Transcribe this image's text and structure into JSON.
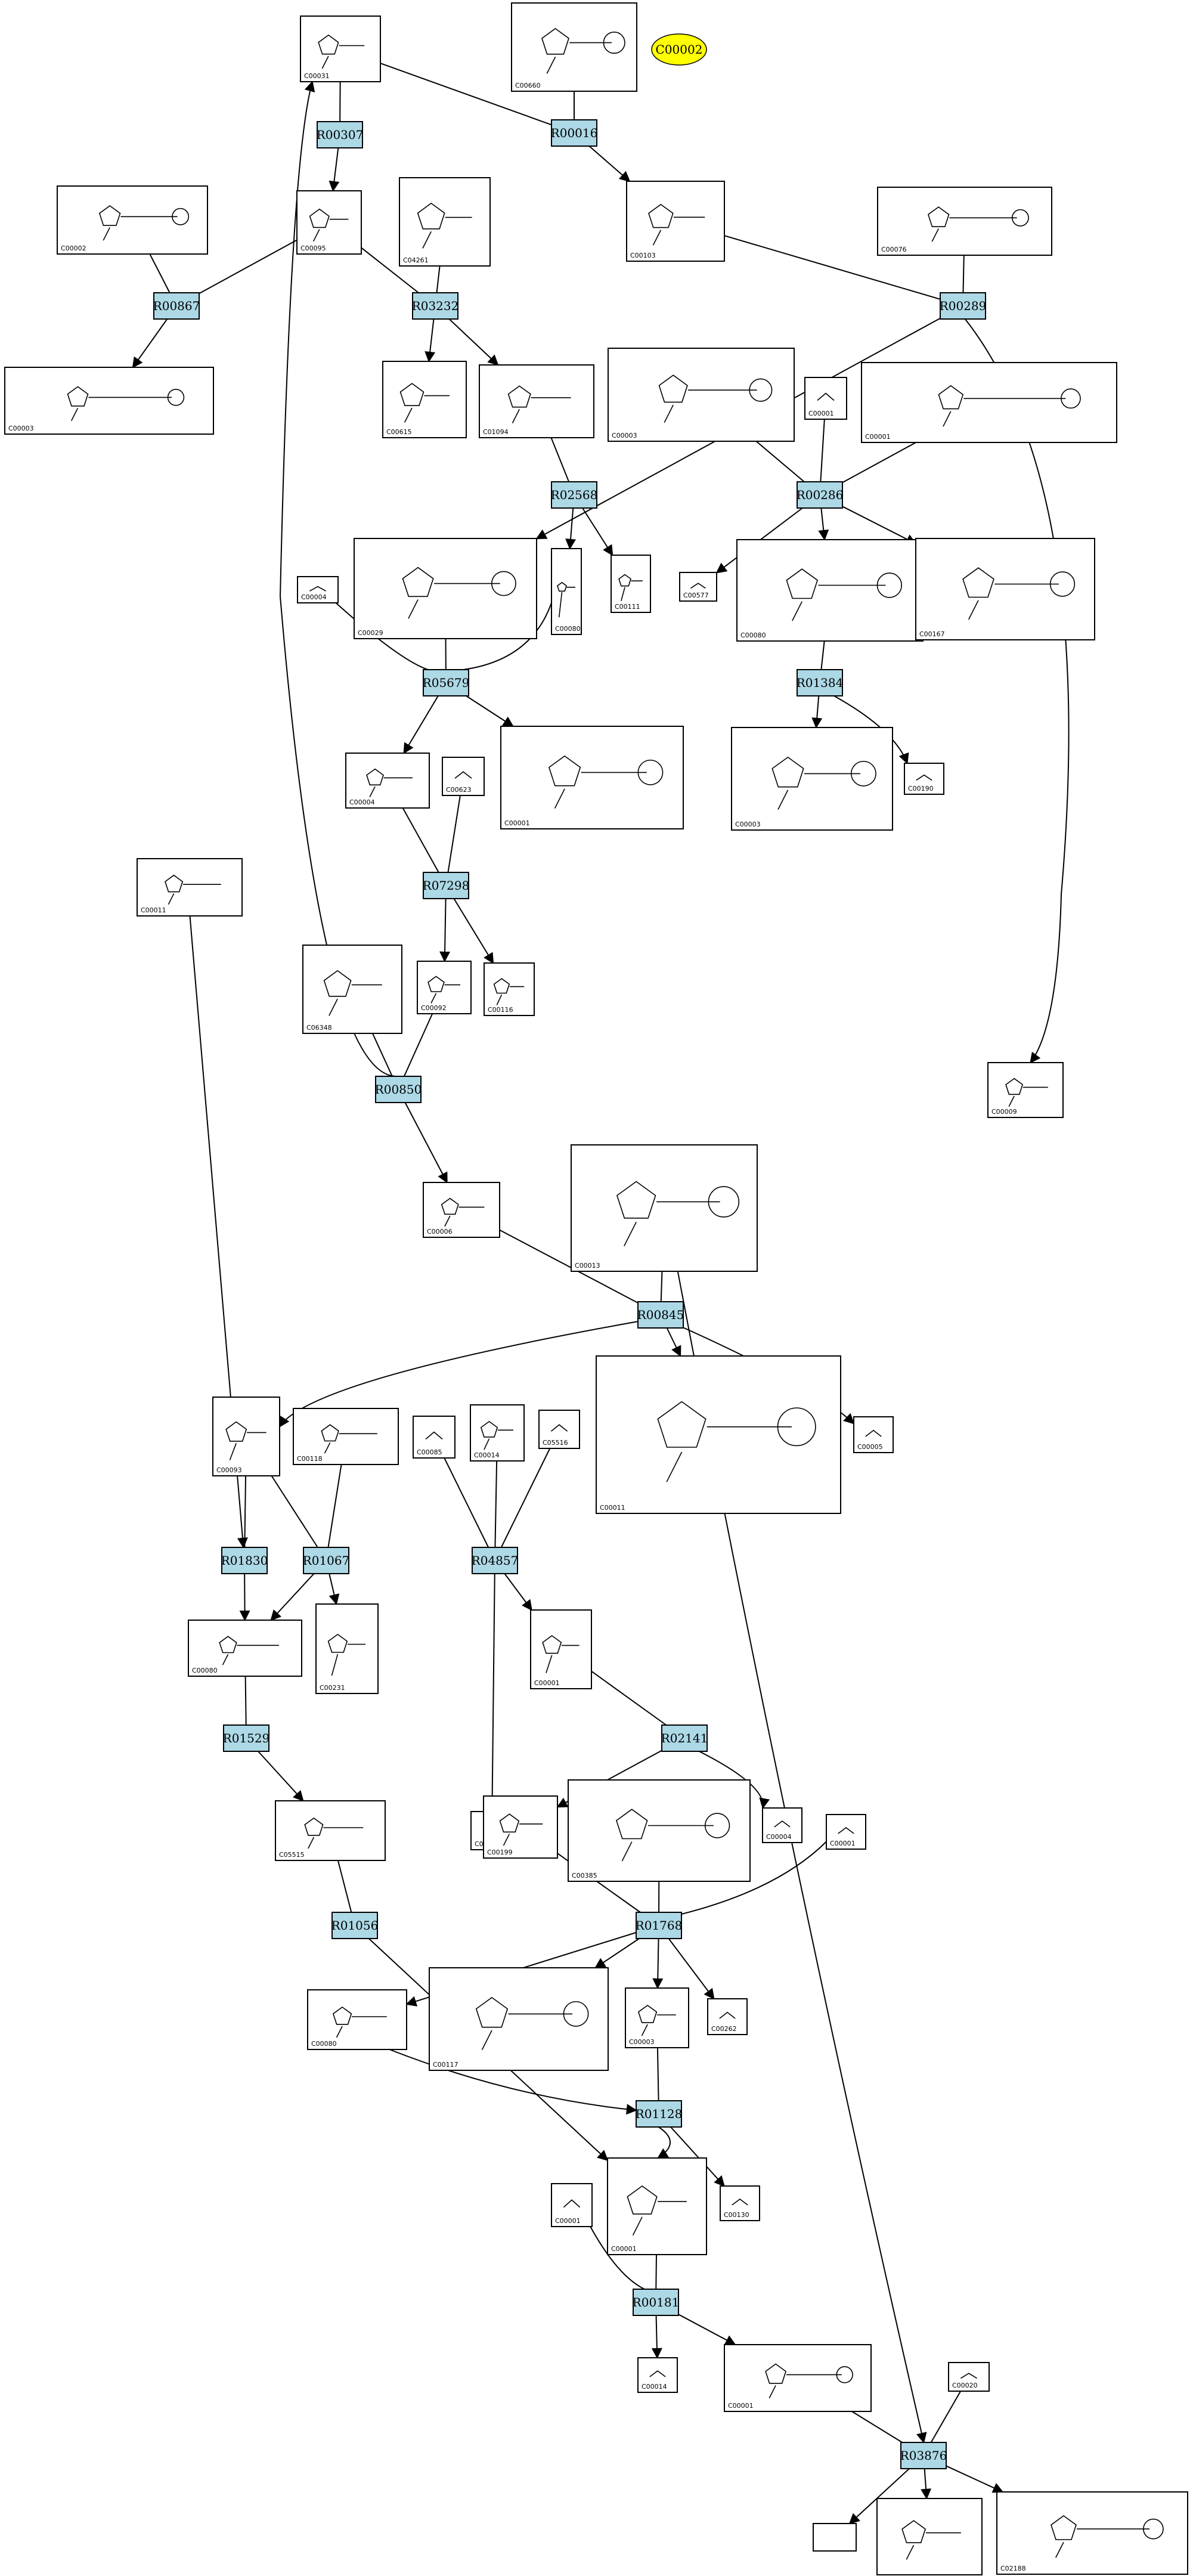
{
  "highlight": {
    "label": "C00002"
  },
  "reactions": [
    "R00307",
    "R00016",
    "R00867",
    "R03232",
    "R00289",
    "R02568",
    "R00286",
    "R05679",
    "R01384",
    "R07298",
    "R00850",
    "R00845",
    "R01830",
    "R01067",
    "R04857",
    "R01529",
    "R02141",
    "R01768",
    "R01056",
    "R01128",
    "R00181",
    "R03876"
  ],
  "compounds": [
    {
      "id": "c1",
      "label": "C00031"
    },
    {
      "id": "c2",
      "label": "C00660"
    },
    {
      "id": "c3",
      "label": "C00002"
    },
    {
      "id": "c4",
      "label": "C00095"
    },
    {
      "id": "c5",
      "label": "C04261"
    },
    {
      "id": "c6",
      "label": "C00103"
    },
    {
      "id": "c7",
      "label": "C00076"
    },
    {
      "id": "c8",
      "label": "C00003"
    },
    {
      "id": "c9",
      "label": "C00615"
    },
    {
      "id": "c10",
      "label": "C01094"
    },
    {
      "id": "c11",
      "label": "C00001"
    },
    {
      "id": "c12",
      "label": "C00003"
    },
    {
      "id": "c13",
      "label": "C00001"
    },
    {
      "id": "c14",
      "label": "C00029"
    },
    {
      "id": "c15",
      "label": "C00004"
    },
    {
      "id": "c16",
      "label": "C00080"
    },
    {
      "id": "c17",
      "label": "C00111"
    },
    {
      "id": "c18",
      "label": "C00577"
    },
    {
      "id": "c19",
      "label": "C00080"
    },
    {
      "id": "c20",
      "label": "C00167"
    },
    {
      "id": "c21",
      "label": "C00004"
    },
    {
      "id": "c22",
      "label": "C00623"
    },
    {
      "id": "c23",
      "label": "C00001"
    },
    {
      "id": "c24",
      "label": "C00003"
    },
    {
      "id": "c25",
      "label": "C00190"
    },
    {
      "id": "c26",
      "label": "C00011"
    },
    {
      "id": "c27",
      "label": "C06348"
    },
    {
      "id": "c28",
      "label": "C00092"
    },
    {
      "id": "c29",
      "label": "C00116"
    },
    {
      "id": "c30",
      "label": "C00009"
    },
    {
      "id": "c31",
      "label": "C00013"
    },
    {
      "id": "c32",
      "label": "C00006"
    },
    {
      "id": "c33",
      "label": "C00093"
    },
    {
      "id": "c34",
      "label": "C00118"
    },
    {
      "id": "c35",
      "label": "C00085"
    },
    {
      "id": "c36",
      "label": "C00014"
    },
    {
      "id": "c37",
      "label": "C05516"
    },
    {
      "id": "c38",
      "label": "C00011"
    },
    {
      "id": "c39",
      "label": "C00005"
    },
    {
      "id": "c40",
      "label": "C00080"
    },
    {
      "id": "c41",
      "label": "C00231"
    },
    {
      "id": "c42",
      "label": "C00279"
    },
    {
      "id": "c43",
      "label": "C00001"
    },
    {
      "id": "c44",
      "label": "C05515"
    },
    {
      "id": "c45",
      "label": "C00199"
    },
    {
      "id": "c46",
      "label": "C00385"
    },
    {
      "id": "c47",
      "label": "C00004"
    },
    {
      "id": "c48",
      "label": "C00001"
    },
    {
      "id": "c49",
      "label": "C00080"
    },
    {
      "id": "c50",
      "label": "C00117"
    },
    {
      "id": "c51",
      "label": "C00003"
    },
    {
      "id": "c52",
      "label": "C00262"
    },
    {
      "id": "c53",
      "label": "C00001"
    },
    {
      "id": "c54",
      "label": "C00130"
    },
    {
      "id": "c55",
      "label": "C00001"
    },
    {
      "id": "c56",
      "label": "C00014"
    },
    {
      "id": "c57",
      "label": "C00001"
    },
    {
      "id": "c58",
      "label": "C00020"
    },
    {
      "id": "c59",
      "label": ""
    },
    {
      "id": "c60",
      "label": ""
    },
    {
      "id": "c61",
      "label": "C02188"
    },
    {
      "id": "c62",
      "label": "C00002"
    }
  ]
}
